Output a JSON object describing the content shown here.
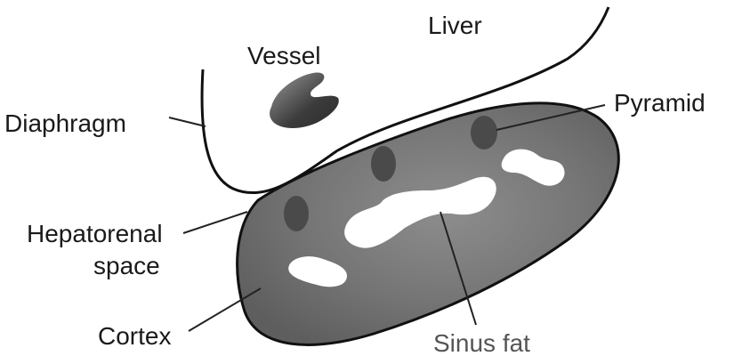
{
  "labels": {
    "liver": "Liver",
    "vessel": "Vessel",
    "diaphragm": "Diaphragm",
    "pyramid": "Pyramid",
    "hepatorenal_line1": "Hepatorenal",
    "hepatorenal_line2": "space",
    "cortex": "Cortex",
    "sinus_fat": "Sinus fat"
  },
  "colors": {
    "background": "#ffffff",
    "outline": "#111111",
    "cortex_fill": "#6e6e6e",
    "pyramid_fill": "#4a4a4a",
    "sinus_fat_fill": "#ffffff",
    "vessel_fill": "#555555",
    "label_text": "#1a1a1a",
    "sinus_fat_label": "#555555"
  }
}
